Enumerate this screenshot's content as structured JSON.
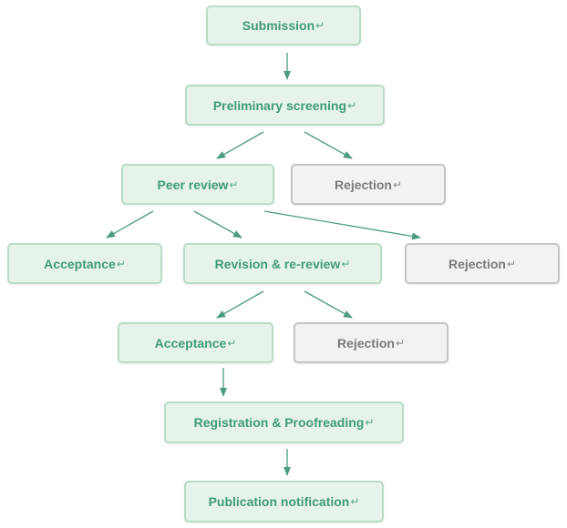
{
  "diagram": {
    "colors": {
      "accent_text": "#3f9b78",
      "accent_border": "#b9dcc6",
      "accent_fill": "#e6f3ea",
      "reject_text": "#7a7a7a",
      "reject_border": "#c4c4c4",
      "reject_fill": "#f2f2f2",
      "arrow": "#4a9b80"
    },
    "return_mark": "↵",
    "nodes": {
      "submission": "Submission",
      "preliminary_screening": "Preliminary screening",
      "peer_review": "Peer review",
      "rejection_1": "Rejection",
      "acceptance_1": "Acceptance",
      "revision": "Revision & re-review",
      "rejection_2": "Rejection",
      "acceptance_2": "Acceptance",
      "rejection_3": "Rejection",
      "registration": "Registration & Proofreading",
      "publication": "Publication notification"
    },
    "edges": [
      [
        "submission",
        "preliminary_screening"
      ],
      [
        "preliminary_screening",
        "peer_review"
      ],
      [
        "preliminary_screening",
        "rejection_1"
      ],
      [
        "peer_review",
        "acceptance_1"
      ],
      [
        "peer_review",
        "revision"
      ],
      [
        "peer_review",
        "rejection_2"
      ],
      [
        "revision",
        "acceptance_2"
      ],
      [
        "revision",
        "rejection_3"
      ],
      [
        "acceptance_2",
        "registration"
      ],
      [
        "registration",
        "publication"
      ]
    ]
  }
}
